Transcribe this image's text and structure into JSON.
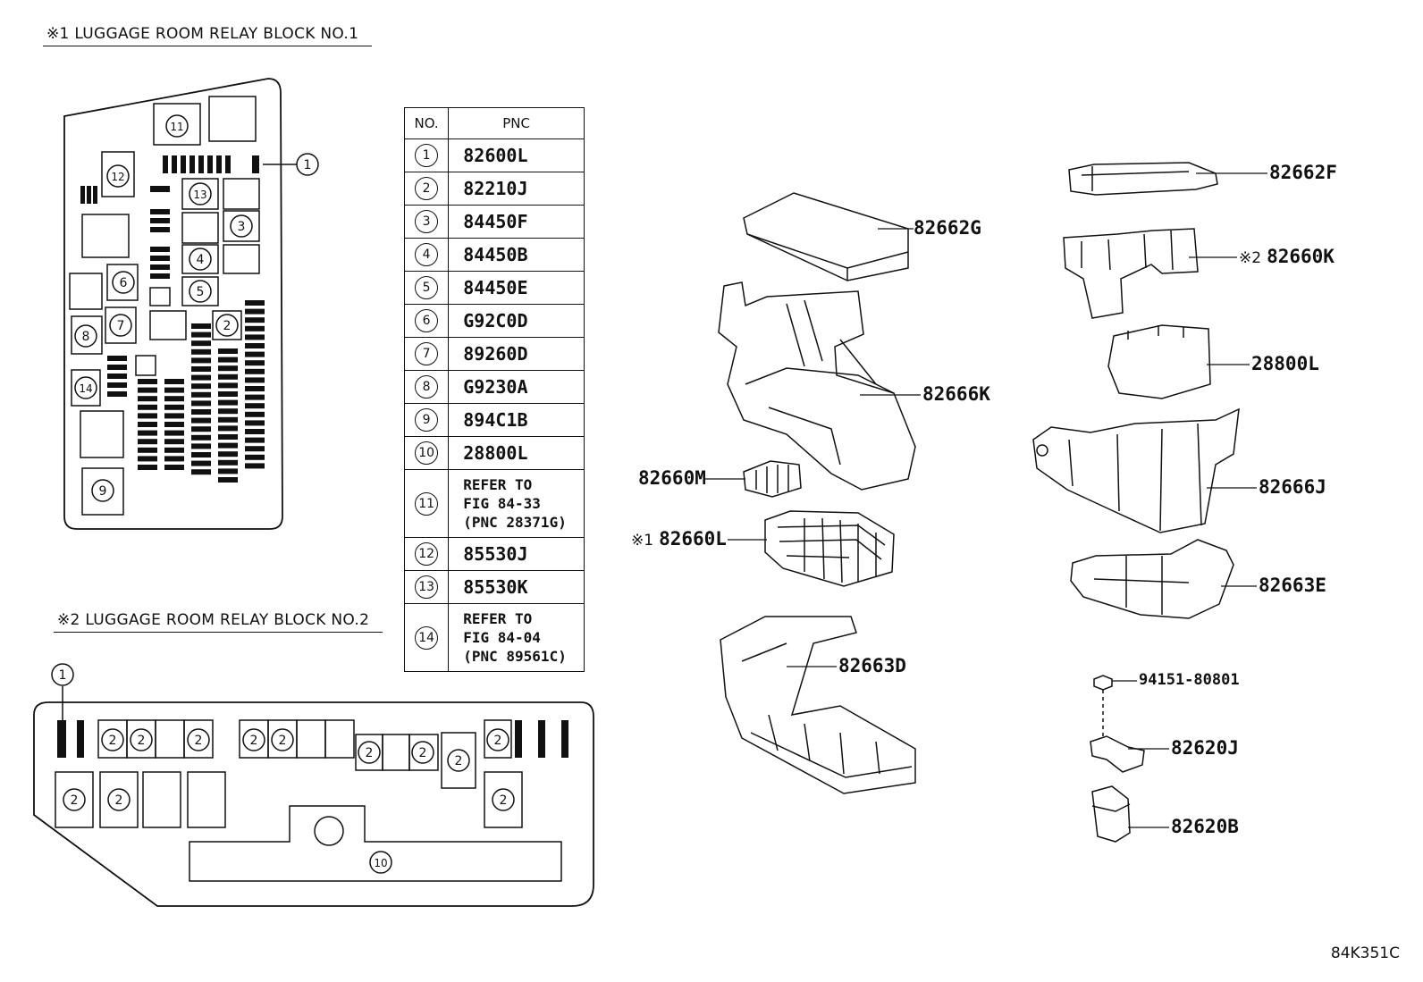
{
  "block1_title": "※1 LUGGAGE ROOM RELAY BLOCK NO.1",
  "block2_title": "※2 LUGGAGE ROOM RELAY BLOCK NO.2",
  "table": {
    "header_no": "NO.",
    "header_pnc": "PNC",
    "rows": [
      {
        "no": "1",
        "pnc": "82600L"
      },
      {
        "no": "2",
        "pnc": "82210J"
      },
      {
        "no": "3",
        "pnc": "84450F"
      },
      {
        "no": "4",
        "pnc": "84450B"
      },
      {
        "no": "5",
        "pnc": "84450E"
      },
      {
        "no": "6",
        "pnc": "G92C0D"
      },
      {
        "no": "7",
        "pnc": "89260D"
      },
      {
        "no": "8",
        "pnc": "G9230A"
      },
      {
        "no": "9",
        "pnc": "894C1B"
      },
      {
        "no": "10",
        "pnc": "28800L"
      },
      {
        "no": "11",
        "pnc": "REFER TO\nFIG 84-33\n(PNC 28371G)"
      },
      {
        "no": "12",
        "pnc": "85530J"
      },
      {
        "no": "13",
        "pnc": "85530K"
      },
      {
        "no": "14",
        "pnc": "REFER TO\nFIG 84-04\n(PNC 89561C)"
      }
    ]
  },
  "parts": {
    "p82662G": "82662G",
    "p82666K": "82666K",
    "p82660M": "82660M",
    "p82660L": "82660L",
    "p82660L_mark": "※1",
    "p82663D": "82663D",
    "p82662F": "82662F",
    "p82660K": "82660K",
    "p82660K_mark": "※2",
    "p28800L": "28800L",
    "p82666J": "82666J",
    "p82663E": "82663E",
    "p94151": "94151-80801",
    "p82620J": "82620J",
    "p82620B": "82620B"
  },
  "diagram_code": "84K351C"
}
